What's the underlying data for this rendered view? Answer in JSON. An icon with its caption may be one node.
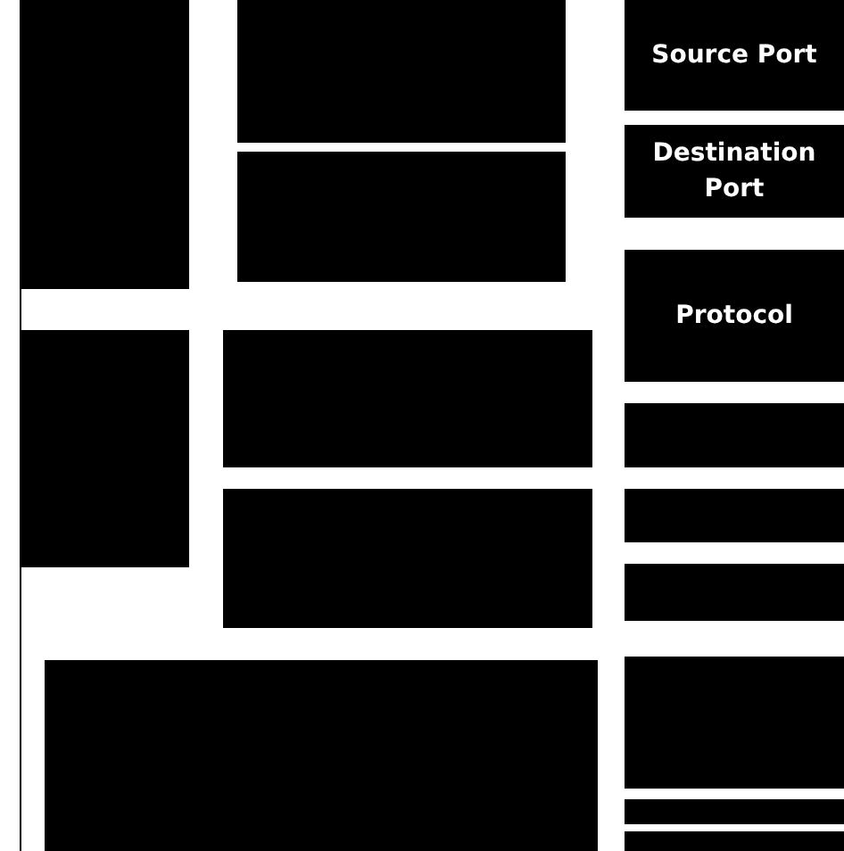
{
  "diagram": {
    "nodes": [
      {
        "text": [],
        "shape": "box"
      },
      {
        "text": [],
        "shape": "box"
      },
      {
        "text": [
          "Source Port"
        ]
      },
      {
        "text": [],
        "shape": "box"
      },
      {
        "text": [
          "Destination Port"
        ]
      },
      {
        "text": [
          "Protocol"
        ]
      },
      {
        "text": [],
        "shape": "box"
      },
      {
        "text": [],
        "shape": "box"
      },
      {
        "text": [],
        "shape": "box"
      },
      {
        "text": [],
        "shape": "box"
      },
      {
        "text": [],
        "shape": "box"
      },
      {
        "text": [],
        "shape": "box"
      },
      {
        "text": [],
        "shape": "box"
      },
      {
        "text": [],
        "shape": "box"
      },
      {
        "text": [],
        "shape": "box"
      },
      {
        "text": [],
        "shape": "box"
      }
    ]
  }
}
